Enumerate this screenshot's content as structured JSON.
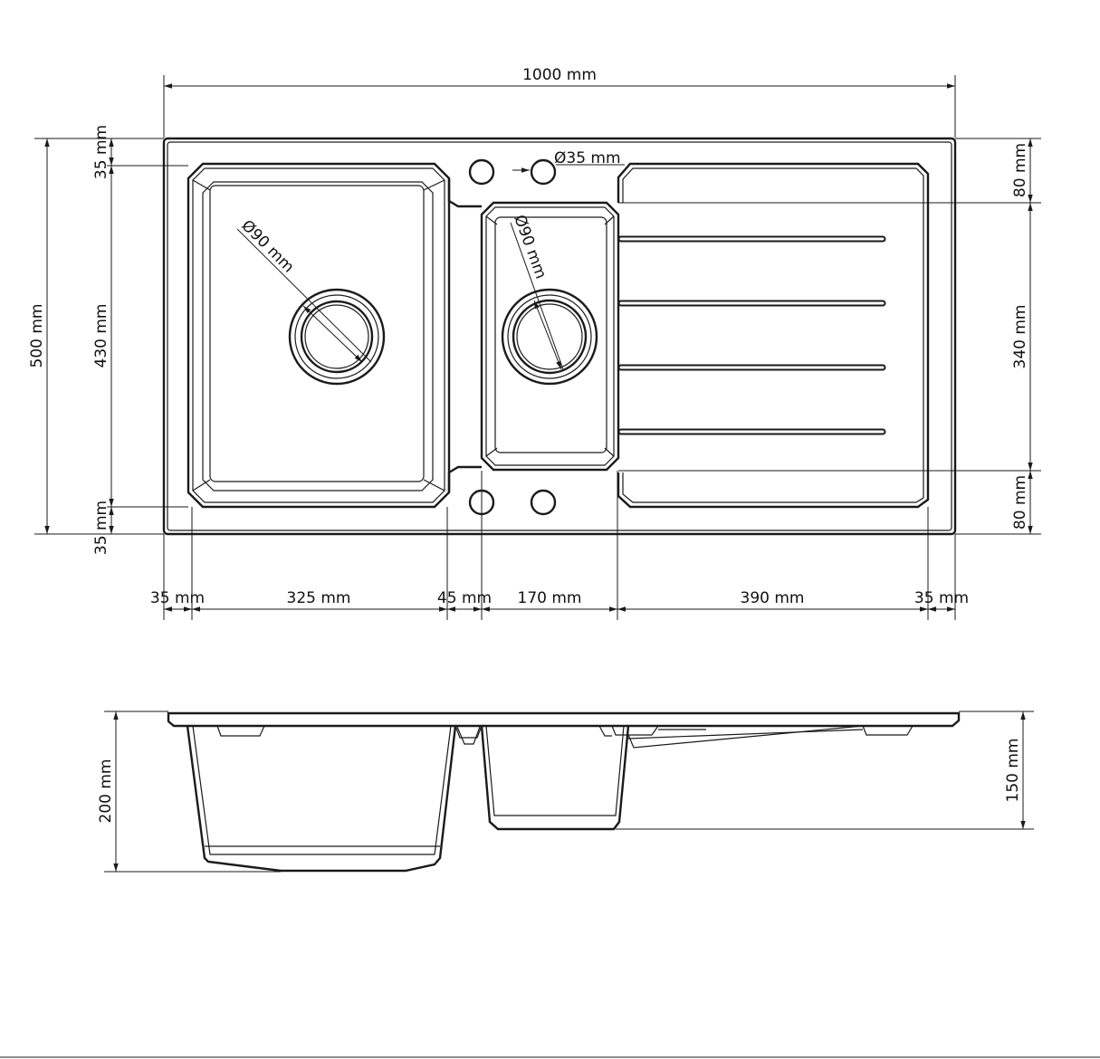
{
  "top_view": {
    "total_width": "1000 mm",
    "total_depth": "500 mm",
    "rim_top": "35 mm",
    "bowl_depth_large": "430 mm",
    "rim_bottom": "35 mm",
    "tap_hole_diameter": "Ø35 mm",
    "drain_large_diameter": "Ø90 mm",
    "drain_small_diameter": "Ø90 mm",
    "drainer_top_gap": "80 mm",
    "drainer_depth": "340 mm",
    "drainer_bottom_gap": "80 mm",
    "widths": {
      "left_rim": "35 mm",
      "large_bowl": "325 mm",
      "divider": "45 mm",
      "small_bowl": "170 mm",
      "drainer": "390 mm",
      "right_rim": "35 mm"
    }
  },
  "side_view": {
    "large_bowl_height": "200 mm",
    "small_bowl_height": "150 mm"
  }
}
